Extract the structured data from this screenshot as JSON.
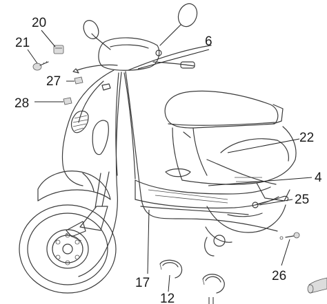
{
  "diagram": {
    "callouts": [
      "20",
      "21",
      "6",
      "27",
      "28",
      "22",
      "4",
      "25",
      "17",
      "12",
      "26"
    ]
  },
  "colors": {
    "line": "#3a3a3a",
    "text": "#1a1a1a",
    "background": "#ffffff"
  }
}
